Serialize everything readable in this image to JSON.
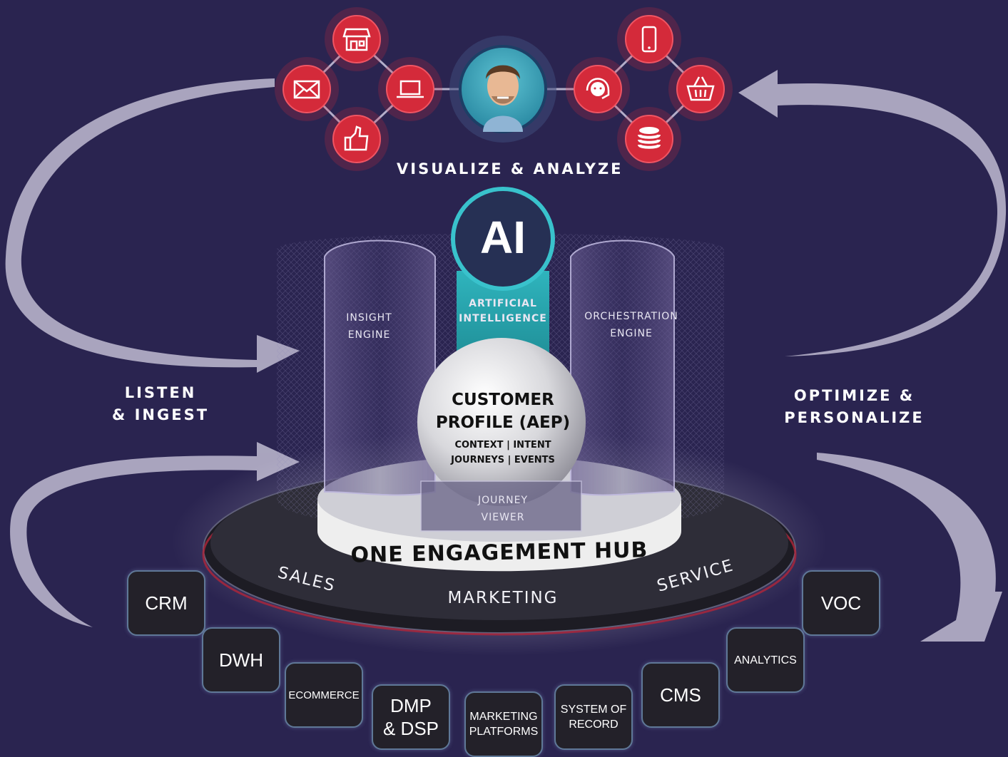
{
  "top_label": "VISUALIZE & ANALYZE",
  "left_label": [
    "LISTEN",
    "& INGEST"
  ],
  "right_label": [
    "OPTIMIZE &",
    "PERSONALIZE"
  ],
  "ai": {
    "badge": "AI",
    "caption": [
      "ARTIFICIAL",
      "INTELLIGENCE"
    ]
  },
  "engines": {
    "insight": [
      "INSIGHT",
      "ENGINE"
    ],
    "orchestration": [
      "ORCHESTRATION",
      "ENGINE"
    ]
  },
  "profile": {
    "title": [
      "CUSTOMER",
      "PROFILE (AEP)"
    ],
    "sub": [
      "CONTEXT | INTENT",
      "JOURNEYS | EVENTS"
    ]
  },
  "journey_viewer": [
    "JOURNEY",
    "VIEWER"
  ],
  "hub_title": "ONE ENGAGEMENT HUB",
  "ring_labels": {
    "sales": "SALES",
    "marketing": "MARKETING",
    "service": "SERVICE"
  },
  "channel_icons_left": [
    "store-icon",
    "email-icon",
    "laptop-icon",
    "thumbs-up-icon"
  ],
  "channel_icons_right": [
    "smartphone-icon",
    "support-agent-icon",
    "shopping-basket-icon",
    "database-icon"
  ],
  "sources": [
    {
      "label": "CRM",
      "size": "big"
    },
    {
      "label": "DWH",
      "size": "big"
    },
    {
      "label": "ECOMMERCE",
      "size": "xs"
    },
    {
      "label": "DMP\n& DSP",
      "size": "big"
    },
    {
      "label": "MARKETING\nPLATFORMS",
      "size": "small"
    },
    {
      "label": "SYSTEM OF\nRECORD",
      "size": "small"
    },
    {
      "label": "CMS",
      "size": "big"
    },
    {
      "label": "ANALYTICS",
      "size": "small"
    },
    {
      "label": "VOC",
      "size": "big"
    }
  ],
  "colors": {
    "background": "#2a2450",
    "icon_red": "#d42a3a",
    "ai_teal": "#27a6b0",
    "arrow": "#b4b0c8",
    "tile_border": "#5f7897"
  }
}
